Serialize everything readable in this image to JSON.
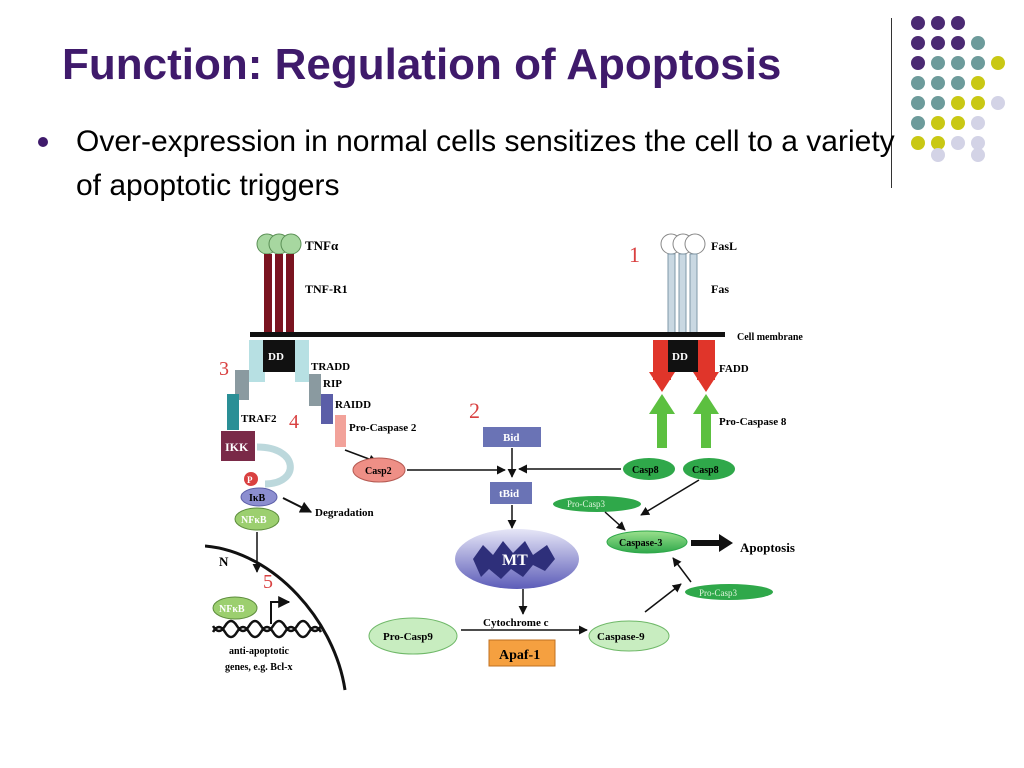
{
  "slide": {
    "title": "Function: Regulation of Apoptosis",
    "bullet": "Over-expression in normal cells sensitizes the cell to a variety of apoptotic triggers"
  },
  "colors": {
    "title": "#3f1a6b",
    "dot_purple": "#4b2a73",
    "dot_teal": "#6d9b9b",
    "dot_yellow": "#c9c814",
    "dot_lavender": "#d3d3e6",
    "number_red": "#d94040",
    "casp_green": "#2fa84a"
  },
  "diagram": {
    "tnfa": "TNFα",
    "tnfr1": "TNF-R1",
    "fasl": "FasL",
    "fas": "Fas",
    "cell_membrane": "Cell membrane",
    "dd_left": "DD",
    "dd_right": "DD",
    "tradd": "TRADD",
    "rip": "RIP",
    "raidd": "RAIDD",
    "traf2": "TRAF2",
    "fadd": "FADD",
    "pro_caspase2": "Pro-Caspase 2",
    "pro_caspase8": "Pro-Caspase 8",
    "ikk": "IKK",
    "p": "P",
    "ikb": "IκB",
    "nfkb": "NFκB",
    "degradation": "Degradation",
    "casp2": "Casp2",
    "bid": "Bid",
    "tbid": "tBid",
    "casp8_a": "Casp8",
    "casp8_b": "Casp8",
    "pro_casp3_a": "Pro-Casp3",
    "caspase3": "Caspase-3",
    "apoptosis": "Apoptosis",
    "mt": "MT",
    "pro_casp3_b": "Pro-Casp3",
    "n": "N",
    "nfkb_nucleus": "NFκB",
    "anti_apoptotic_1": "anti-apoptotic",
    "anti_apoptotic_2": "genes, e.g. Bcl-x",
    "pro_casp9": "Pro-Casp9",
    "cytochrome_c": "Cytochrome c",
    "apaf1": "Apaf-1",
    "caspase9": "Caspase-9",
    "num1": "1",
    "num2": "2",
    "num3": "3",
    "num4": "4",
    "num5": "5"
  }
}
